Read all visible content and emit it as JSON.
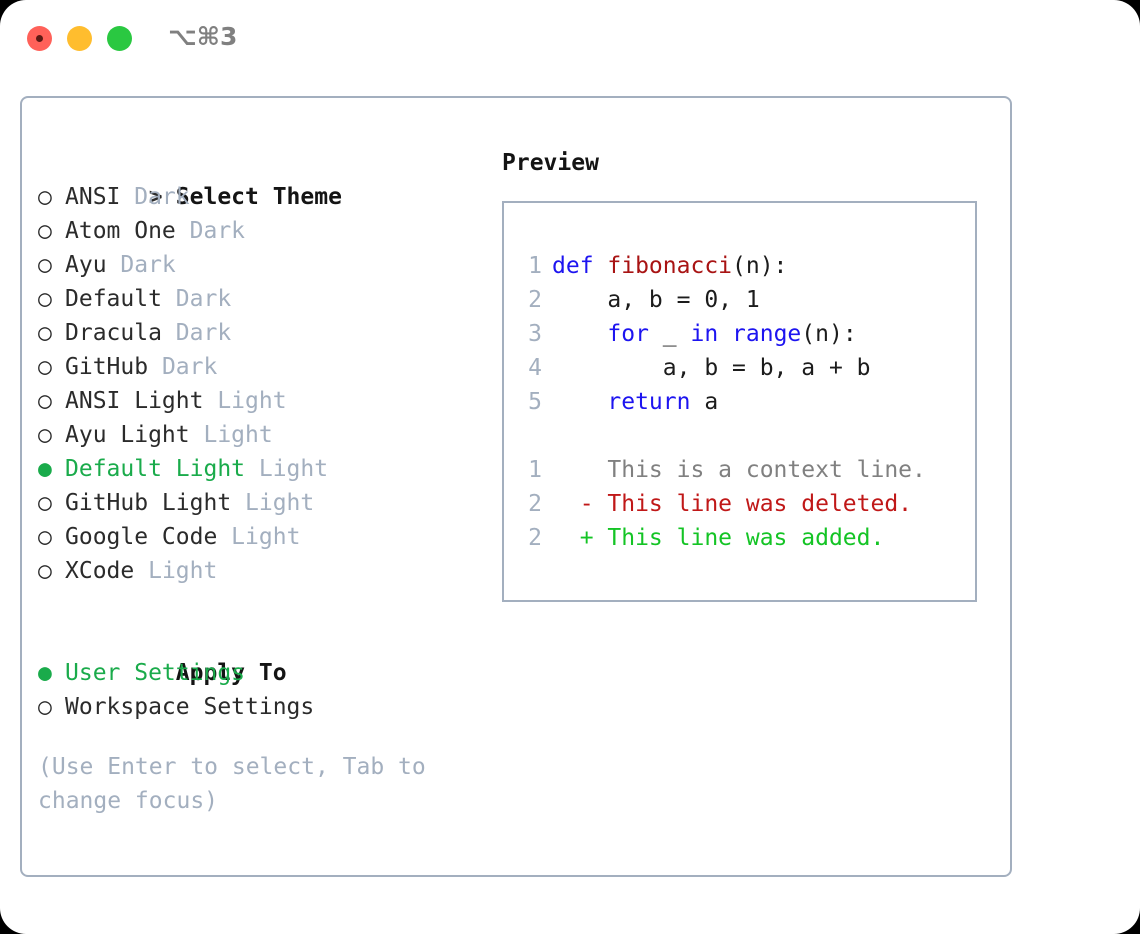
{
  "titlebar": {
    "shortcut": "⌥⌘3",
    "buttons": [
      {
        "name": "close",
        "color": "#ff6159"
      },
      {
        "name": "minimize",
        "color": "#ffbd2e"
      },
      {
        "name": "maximize",
        "color": "#2ac841"
      }
    ]
  },
  "colors": {
    "accent_green": "#1aab4b",
    "muted": "#a3afbf",
    "border": "#a3afbf",
    "text": "#2b2b2b",
    "keyword_blue": "#1d14f0",
    "function_red": "#a81313",
    "diff_delete": "#c01818",
    "diff_add": "#14c425",
    "diff_context": "#808080"
  },
  "theme_section": {
    "header_marker": ">",
    "header_label": "Select Theme",
    "marker_unselected": "○",
    "marker_selected": "●",
    "items": [
      {
        "name": "ANSI",
        "variant": "Dark",
        "selected": false
      },
      {
        "name": "Atom One",
        "variant": "Dark",
        "selected": false
      },
      {
        "name": "Ayu",
        "variant": "Dark",
        "selected": false
      },
      {
        "name": "Default",
        "variant": "Dark",
        "selected": false
      },
      {
        "name": "Dracula",
        "variant": "Dark",
        "selected": false
      },
      {
        "name": "GitHub",
        "variant": "Dark",
        "selected": false
      },
      {
        "name": "ANSI Light",
        "variant": "Light",
        "selected": false
      },
      {
        "name": "Ayu Light",
        "variant": "Light",
        "selected": false
      },
      {
        "name": "Default Light",
        "variant": "Light",
        "selected": true
      },
      {
        "name": "GitHub Light",
        "variant": "Light",
        "selected": false
      },
      {
        "name": "Google Code",
        "variant": "Light",
        "selected": false
      },
      {
        "name": "XCode",
        "variant": "Light",
        "selected": false
      }
    ]
  },
  "apply_to_section": {
    "header_label": "Apply To",
    "items": [
      {
        "name": "User Settings",
        "selected": true
      },
      {
        "name": "Workspace Settings",
        "selected": false
      }
    ]
  },
  "hint": "(Use Enter to select, Tab to change focus)",
  "preview": {
    "title": "Preview",
    "code_lines": [
      {
        "num": "1",
        "tokens": [
          {
            "t": "def ",
            "c": "kw"
          },
          {
            "t": "fibonacci",
            "c": "fn"
          },
          {
            "t": "(n):",
            "c": "pl"
          }
        ]
      },
      {
        "num": "2",
        "tokens": [
          {
            "t": "    a, b = 0, 1",
            "c": "pl"
          }
        ]
      },
      {
        "num": "3",
        "tokens": [
          {
            "t": "    ",
            "c": "pl"
          },
          {
            "t": "for",
            "c": "kw"
          },
          {
            "t": " _ ",
            "c": "pl"
          },
          {
            "t": "in",
            "c": "kw"
          },
          {
            "t": " ",
            "c": "pl"
          },
          {
            "t": "range",
            "c": "kw"
          },
          {
            "t": "(n):",
            "c": "pl"
          }
        ]
      },
      {
        "num": "4",
        "tokens": [
          {
            "t": "        a, b = b, a + b",
            "c": "pl"
          }
        ]
      },
      {
        "num": "5",
        "tokens": [
          {
            "t": "    ",
            "c": "pl"
          },
          {
            "t": "return",
            "c": "kw"
          },
          {
            "t": " a",
            "c": "pl"
          }
        ]
      }
    ],
    "diff_lines": [
      {
        "num": "1",
        "marker": " ",
        "text": "This is a context line.",
        "kind": "ctx"
      },
      {
        "num": "2",
        "marker": "-",
        "text": "This line was deleted.",
        "kind": "del"
      },
      {
        "num": "2",
        "marker": "+",
        "text": "This line was added.",
        "kind": "add"
      }
    ]
  }
}
